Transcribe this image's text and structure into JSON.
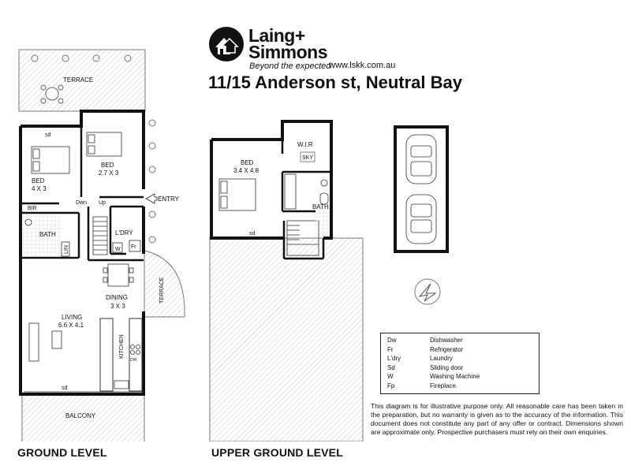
{
  "brand": {
    "name_line1": "Laing+",
    "name_line2": "Simmons",
    "tagline": "Beyond the expected",
    "url": "www.lskk.com.au"
  },
  "property": {
    "address": "11/15 Anderson st, Neutral Bay"
  },
  "levels": {
    "ground": {
      "title": "GROUND LEVEL",
      "rooms": {
        "terrace_top": "TERRACE",
        "bed1_name": "BED",
        "bed1_dims": "4 X 3",
        "bed2_name": "BED",
        "bed2_dims": "2.7 X 3",
        "sd_bed": "sd",
        "entry": "ENTRY",
        "bir": "BIR",
        "dwn": "Dwn",
        "up": "Up",
        "bath": "BATH",
        "lin": "LIN",
        "laundry": "L'DRY",
        "w": "W",
        "fr": "Fr",
        "dining_name": "DINING",
        "dining_dims": "3 X 3",
        "terrace_side": "TERRACE",
        "living_name": "LIVING",
        "living_dims": "6.6 X 4.1",
        "kitchen": "KITCHEN",
        "dw": "DW",
        "sd_living": "sd",
        "balcony": "BALCONY"
      }
    },
    "upper": {
      "title": "UPPER GROUND LEVEL",
      "rooms": {
        "wir": "W.I.R",
        "sky": "SKY",
        "bed_name": "BED",
        "bed_dims": "3.4 X 4.8",
        "bath": "BATH",
        "sd": "sd"
      }
    }
  },
  "legend": [
    {
      "abbr": "Dw",
      "meaning": "Dishwasher"
    },
    {
      "abbr": "Fr",
      "meaning": "Refrigerator"
    },
    {
      "abbr": "L'dry",
      "meaning": "Laundry"
    },
    {
      "abbr": "Sd",
      "meaning": "Sliding door"
    },
    {
      "abbr": "W",
      "meaning": "Washing Machine"
    },
    {
      "abbr": "Fp",
      "meaning": "Fireplace"
    }
  ],
  "disclaimer": "This diagram is for illustrative purpose only. All reasonable care has been taken in the preparation, but no warranty is given as to the accuracy of the information. This document does not constitute any part of any offer or contract. Dimensions shown are approximate only. Prospective purchasers must rely on their own enquiries.",
  "colors": {
    "wall": "#111111",
    "hatch": "#cfcfcf",
    "text": "#111111"
  }
}
